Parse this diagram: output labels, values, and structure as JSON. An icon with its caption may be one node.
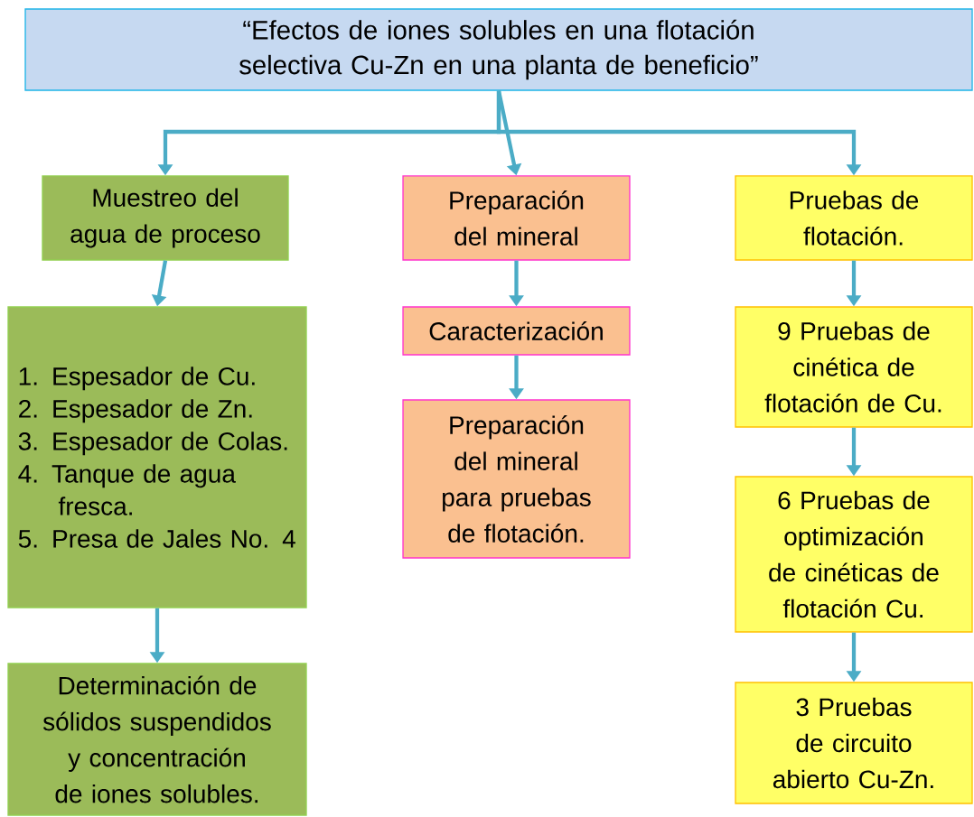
{
  "diagram": {
    "nodes": [
      {
        "text": [
          "“Efectos de iones solubles en una flotación selectiva Cu-Zn en una planta de beneficio”"
        ]
      },
      {
        "text": [
          "Muestreo del agua de proceso"
        ]
      },
      {
        "text": [
          "Preparación del mineral"
        ]
      },
      {
        "text": [
          "Pruebas de flotación."
        ]
      },
      {
        "text": [
          "1. Espesador de Cu.",
          "2. Espesador de Zn.",
          "3. Espesador de Colas.",
          "4. Tanque de agua fresca.",
          "5. Presa de Jales No. 4"
        ]
      },
      {
        "text": [
          "Caracterización"
        ]
      },
      {
        "text": [
          "Preparación del mineral para pruebas de flotación."
        ]
      },
      {
        "text": [
          "Determinación de sólidos suspendidos y concentración de iones solubles."
        ]
      },
      {
        "text": [
          "9 Pruebas de cinética de flotación de Cu."
        ]
      },
      {
        "text": [
          "6 Pruebas de optimización de cinéticas de flotación Cu."
        ]
      },
      {
        "text": [
          "3 Pruebas de circuito abierto Cu-Zn."
        ]
      }
    ],
    "edges": [
      {
        "from": 0,
        "to": 1,
        "arrow": "to"
      },
      {
        "from": 0,
        "to": 2,
        "arrow": "to"
      },
      {
        "from": 0,
        "to": 3,
        "arrow": "to"
      },
      {
        "from": 1,
        "to": 4,
        "arrow": "to"
      },
      {
        "from": 4,
        "to": 7,
        "arrow": "to"
      },
      {
        "from": 2,
        "to": 5,
        "arrow": "to"
      },
      {
        "from": 5,
        "to": 6,
        "arrow": "to"
      },
      {
        "from": 3,
        "to": 8,
        "arrow": "to"
      },
      {
        "from": 8,
        "to": 9,
        "arrow": "to"
      },
      {
        "from": 9,
        "to": 10,
        "arrow": "to"
      }
    ]
  }
}
